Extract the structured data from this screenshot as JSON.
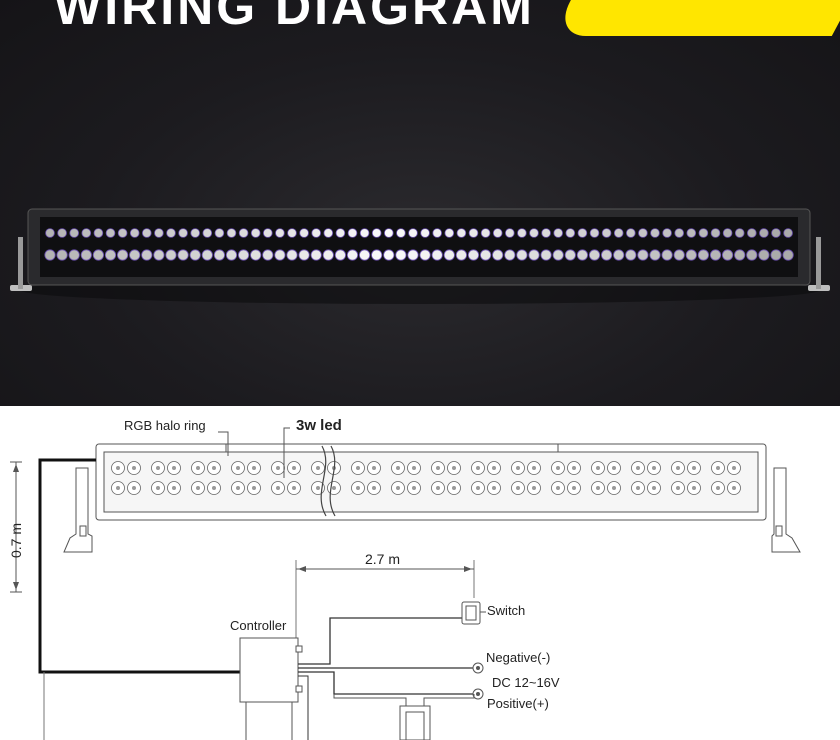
{
  "hero": {
    "title": "WIRING DIAGRAM",
    "accent_color": "#ffe600",
    "background_color": "#1c1b1f"
  },
  "diagram": {
    "labels": {
      "halo_ring": "RGB halo ring",
      "led": "3w led",
      "height_dimension": "0.7 m",
      "length_dimension": "2.7 m",
      "controller": "Controller",
      "switch": "Switch",
      "negative": "Negative(-)",
      "voltage": "DC 12~16V",
      "positive": "Positive(+)"
    }
  }
}
